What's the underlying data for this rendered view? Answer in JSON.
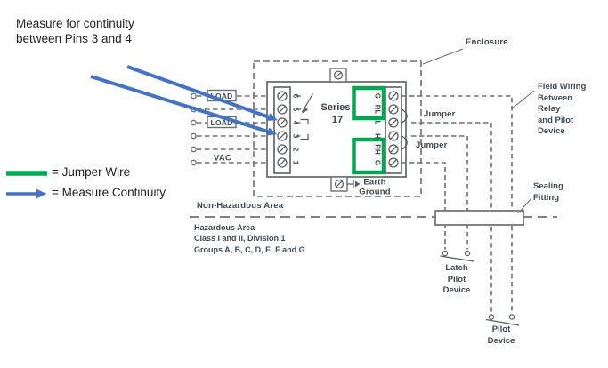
{
  "colors": {
    "background": "#FFFFFF",
    "diagram_line_gray": "#6B7075",
    "diagram_text_gray": "#3E4A54",
    "jumper_green": "#00A651",
    "continuity_blue": "#4472C4",
    "annotation_black": "#1F1F1F"
  },
  "note": {
    "line1": "Measure for continuity",
    "line2": "between Pins 3 and 4"
  },
  "legend": {
    "jumper_label": "= Jumper Wire",
    "continuity_label": "= Measure Continuity"
  },
  "left_side": {
    "load_top": "LOAD",
    "load_bottom": "LOAD",
    "vac": "VAC"
  },
  "relay": {
    "name_line1": "Series",
    "name_line2": "17",
    "left_pins": [
      "6",
      "5",
      "4",
      "3",
      "2",
      "1"
    ],
    "right_pins": [
      "G",
      "RL",
      "L",
      "H",
      "RH",
      "G"
    ],
    "earth_line1": "Earth",
    "earth_line2": "Ground"
  },
  "callouts": {
    "enclosure": "Enclosure",
    "field_wiring_lines": [
      "Field Wiring",
      "Between",
      "Relay",
      "and Pilot",
      "Device"
    ],
    "jumper_top": "Jumper",
    "jumper_bottom": "Jumper",
    "sealing_lines": [
      "Sealing",
      "Fitting"
    ],
    "latch_pilot_lines": [
      "Latch",
      "Pilot",
      "Device"
    ],
    "pilot_lines": [
      "Pilot",
      "Device"
    ]
  },
  "areas": {
    "non_hazardous": "Non-Hazardous Area",
    "hazardous_lines": [
      "Hazardous Area",
      "Class I and II, Division 1",
      "Groups A, B, C, D, E, F and G"
    ]
  }
}
